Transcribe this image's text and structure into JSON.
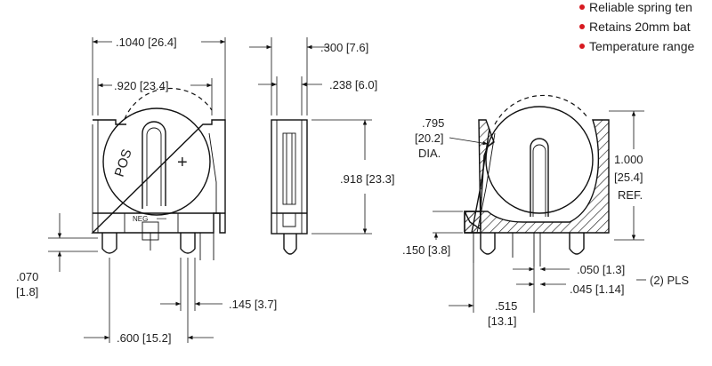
{
  "features": [
    "Reliable spring ten",
    "Retains 20mm bat",
    "Temperature range"
  ],
  "colors": {
    "bullet": "#d71920",
    "line": "#111111",
    "hatch": "#222222"
  },
  "front_view": {
    "pos_label": "POS",
    "plus_label": "+",
    "neg_label": "NEG",
    "minus_label": "—",
    "dim_width": ".1040 [26.4]",
    "dim_inner_width": ".920 [23.4]",
    "dim_height": ".070",
    "dim_height_mm": "[1.8]",
    "dim_pin_spacing": ".600 [15.2]",
    "dim_pin_width": ".145 [3.7]"
  },
  "side_view": {
    "dim_depth": ".300 [7.6]",
    "dim_depth_inner": ".238 [6.0]",
    "dim_height": ".918 [23.3]"
  },
  "section_view": {
    "dim_dia_1": ".795",
    "dim_dia_2": "[20.2]",
    "dim_dia_3": "DIA.",
    "dim_ref_1": "1.000",
    "dim_ref_2": "[25.4]",
    "dim_ref_3": "REF.",
    "dim_offset": ".150 [3.8]",
    "dim_pin_a": ".050 [1.3]",
    "dim_pin_b": ".045 [1.14]",
    "dim_pls": "(2) PLS",
    "dim_bottom_1": ".515",
    "dim_bottom_2": "[13.1]"
  }
}
